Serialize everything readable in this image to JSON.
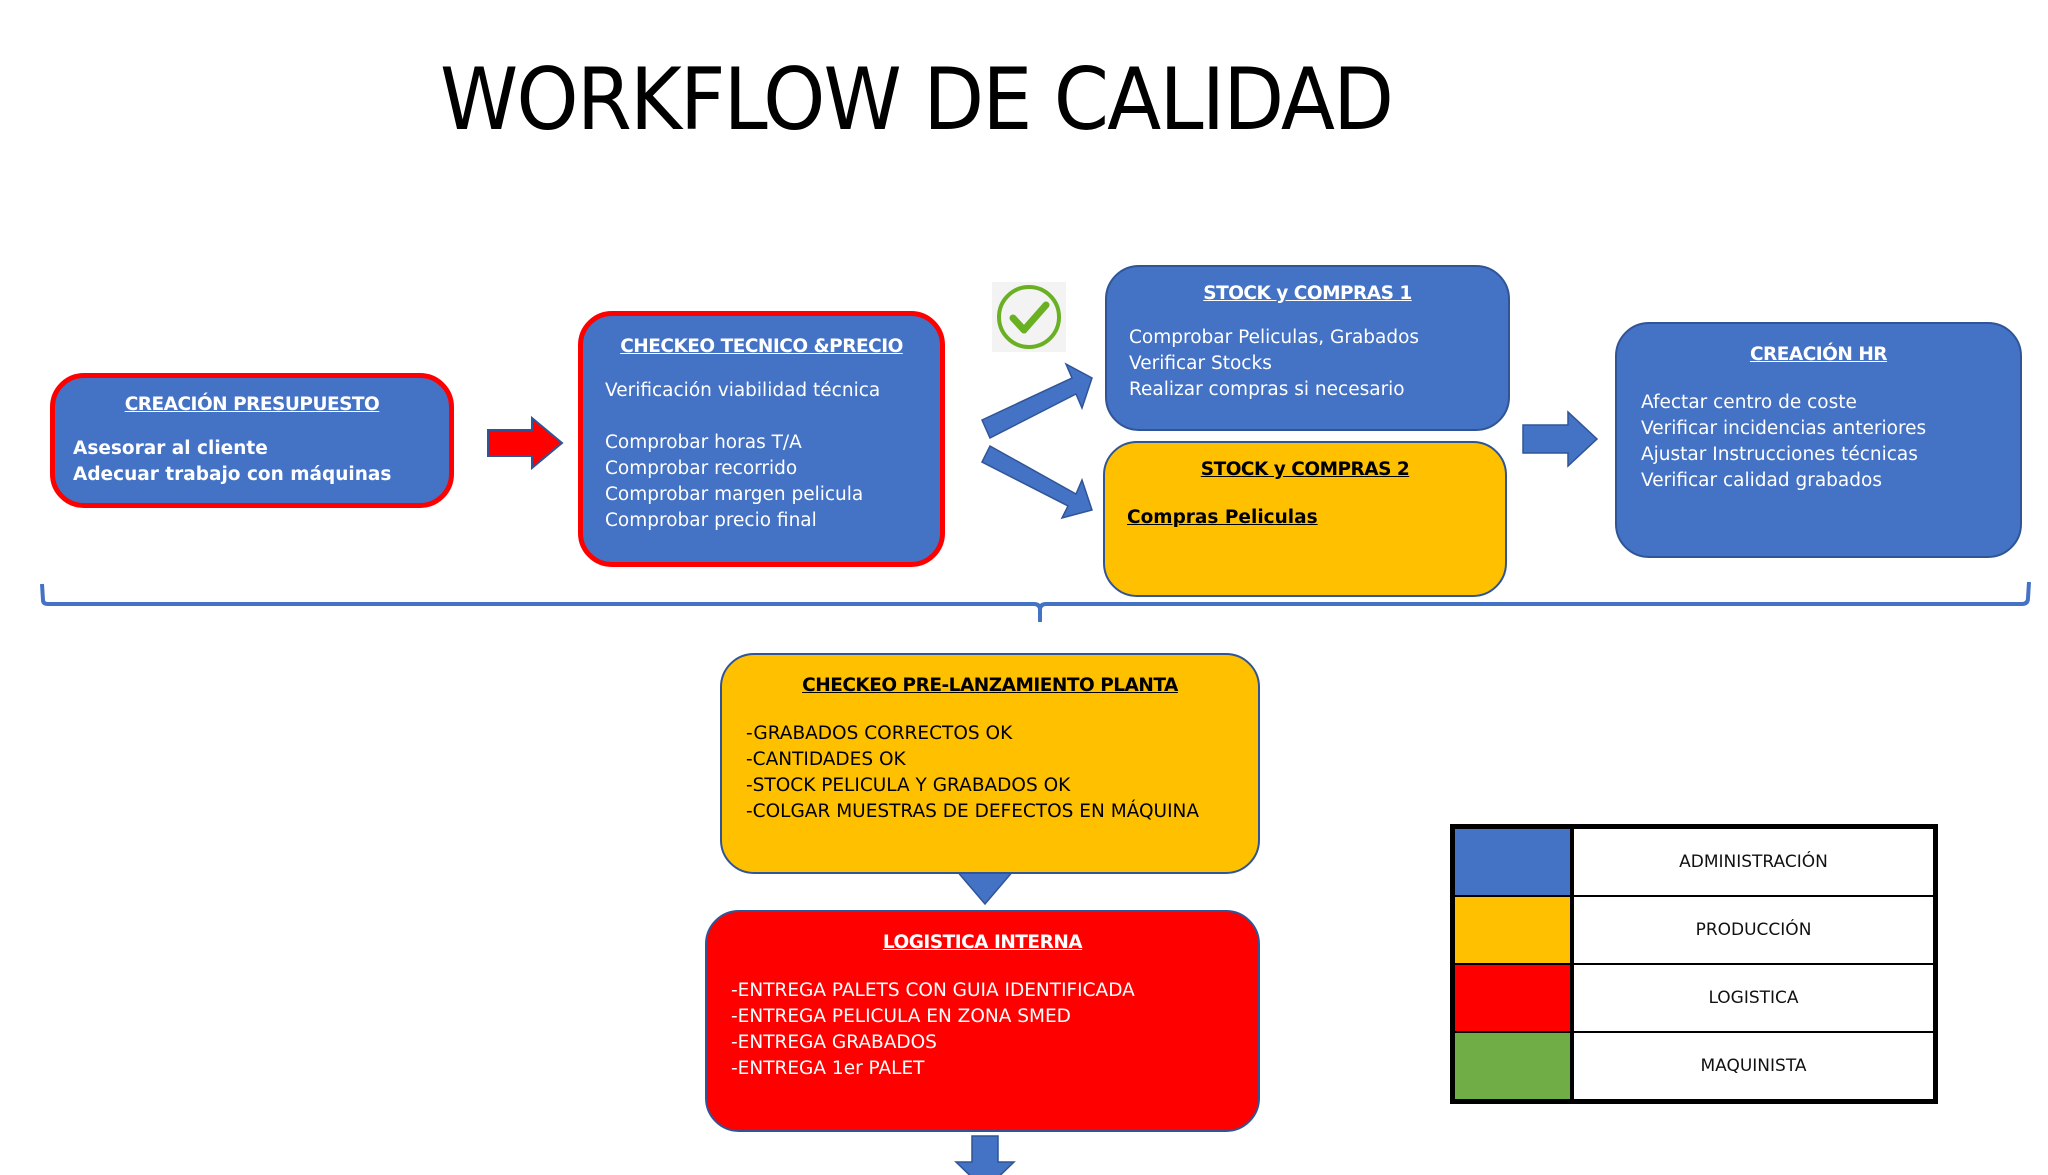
{
  "title": "WORKFLOW DE CALIDAD",
  "colors": {
    "administracion": "#4472C4",
    "produccion": "#FFC000",
    "logistica": "#FF0000",
    "maquinista": "#70AD47",
    "check": "#6AB023"
  },
  "steps": {
    "presupuesto": {
      "title": "CREACIÓN PRESUPUESTO",
      "items": [
        "Asesorar al cliente",
        "Adecuar trabajo con máquinas"
      ]
    },
    "checkeo_tecnico": {
      "title": "CHECKEO TECNICO &PRECIO",
      "intro": "Verificación viabilidad técnica",
      "items": [
        "Comprobar horas T/A",
        "Comprobar recorrido",
        "Comprobar margen pelicula",
        "Comprobar precio final"
      ]
    },
    "stock1": {
      "title": "STOCK y COMPRAS 1",
      "items": [
        "Comprobar Peliculas, Grabados",
        "Verificar Stocks",
        "Realizar compras si necesario"
      ]
    },
    "stock2": {
      "title": "STOCK y COMPRAS 2",
      "items": [
        "Compras Peliculas"
      ]
    },
    "hr": {
      "title": "CREACIÓN HR",
      "items": [
        "Afectar centro de coste",
        "Verificar incidencias anteriores",
        "Ajustar Instrucciones técnicas",
        "Verificar calidad grabados"
      ]
    },
    "prelanzamiento": {
      "title": "CHECKEO PRE-LANZAMIENTO PLANTA",
      "items": [
        "-GRABADOS CORRECTOS OK",
        "-CANTIDADES OK",
        "-STOCK PELICULA Y GRABADOS OK",
        "-COLGAR MUESTRAS DE DEFECTOS EN MÁQUINA"
      ]
    },
    "logistica": {
      "title": "LOGISTICA INTERNA",
      "items": [
        "-ENTREGA PALETS CON GUIA IDENTIFICADA",
        "-ENTREGA PELICULA EN ZONA SMED",
        "-ENTREGA GRABADOS",
        "-ENTREGA 1er PALET"
      ]
    }
  },
  "legend": [
    {
      "label": "ADMINISTRACIÓN",
      "color": "#4472C4"
    },
    {
      "label": "PRODUCCIÓN",
      "color": "#FFC000"
    },
    {
      "label": "LOGISTICA",
      "color": "#FF0000"
    },
    {
      "label": "MAQUINISTA",
      "color": "#70AD47"
    }
  ]
}
